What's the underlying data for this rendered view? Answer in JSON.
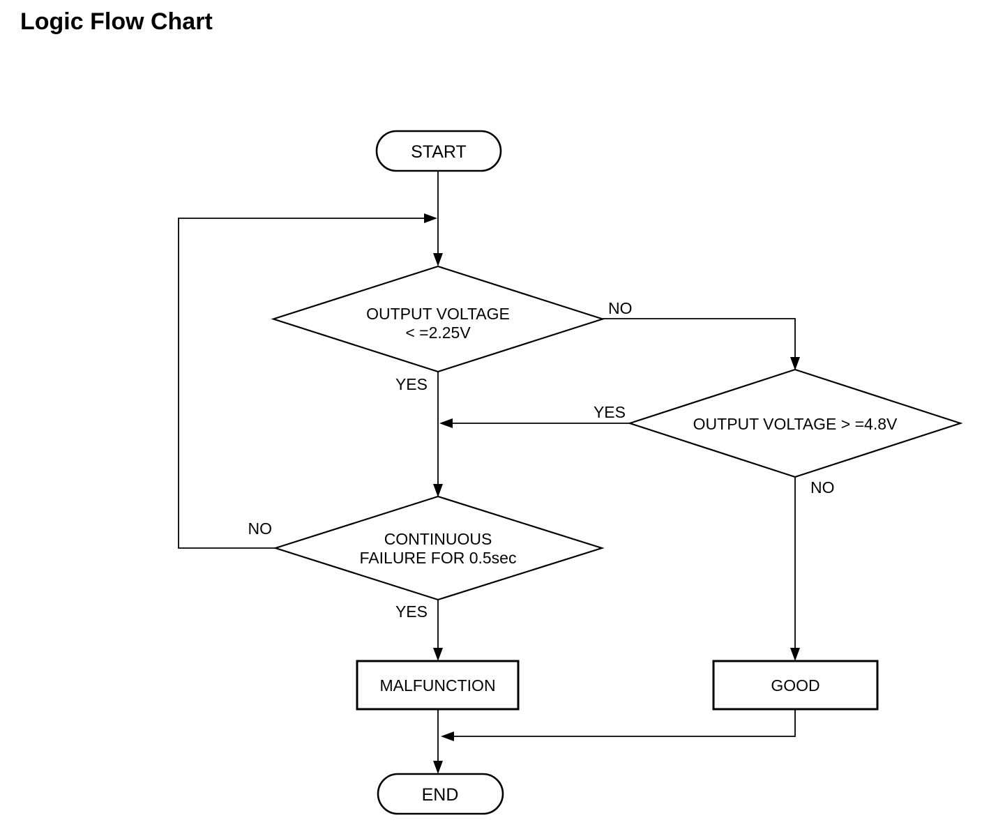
{
  "title": "Logic Flow Chart",
  "flowchart": {
    "start": {
      "label": "START"
    },
    "decision_output_low": {
      "line1": "OUTPUT VOLTAGE",
      "line2": "< =2.25V",
      "no_label": "NO",
      "yes_label": "YES"
    },
    "decision_output_high": {
      "label": "OUTPUT VOLTAGE > =4.8V",
      "yes_label": "YES",
      "no_label": "NO"
    },
    "decision_continuous_failure": {
      "line1": "CONTINUOUS",
      "line2": "FAILURE FOR 0.5sec",
      "no_label": "NO",
      "yes_label": "YES"
    },
    "result_malfunction": {
      "label": "MALFUNCTION"
    },
    "result_good": {
      "label": "GOOD"
    },
    "end": {
      "label": "END"
    },
    "colors": {
      "stroke": "#000000",
      "fill": "#ffffff",
      "text": "#000000",
      "background": "#ffffff"
    }
  }
}
